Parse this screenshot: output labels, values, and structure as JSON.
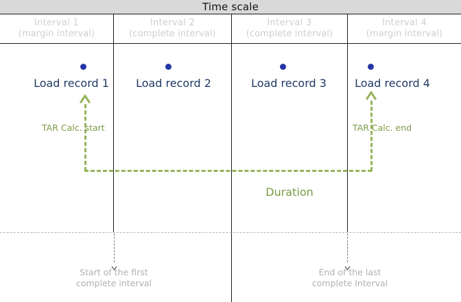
{
  "header": {
    "title": "Time scale",
    "band_color": "#d9d9d9"
  },
  "intervals": [
    {
      "name": "Interval  1",
      "kind": "(margin interval)"
    },
    {
      "name": "Interval  2",
      "kind": "(complete interval)"
    },
    {
      "name": "Interval  3",
      "kind": "(complete interval)"
    },
    {
      "name": "Interval  4",
      "kind": "(margin interval)"
    }
  ],
  "records": [
    {
      "label": "Load record 1"
    },
    {
      "label": "Load record 2"
    },
    {
      "label": "Load record 3"
    },
    {
      "label": "Load record 4"
    }
  ],
  "annotations": {
    "tar_start": "TAR Calc. start",
    "tar_end": "TAR Calc. end",
    "duration": "Duration",
    "accent_green": "#96b35a",
    "accent_green_text": "#7d9b46",
    "record_dot_color": "#2536a8",
    "record_label_color": "#1f3864"
  },
  "bottom_notes": [
    {
      "line1": "Start of the first",
      "line2": "complete interval"
    },
    {
      "line1": "End of the last",
      "line2": "complete Interval"
    }
  ],
  "icons": {
    "arrow_up": "arrow-up-icon",
    "arrow_down": "arrow-down-icon"
  }
}
